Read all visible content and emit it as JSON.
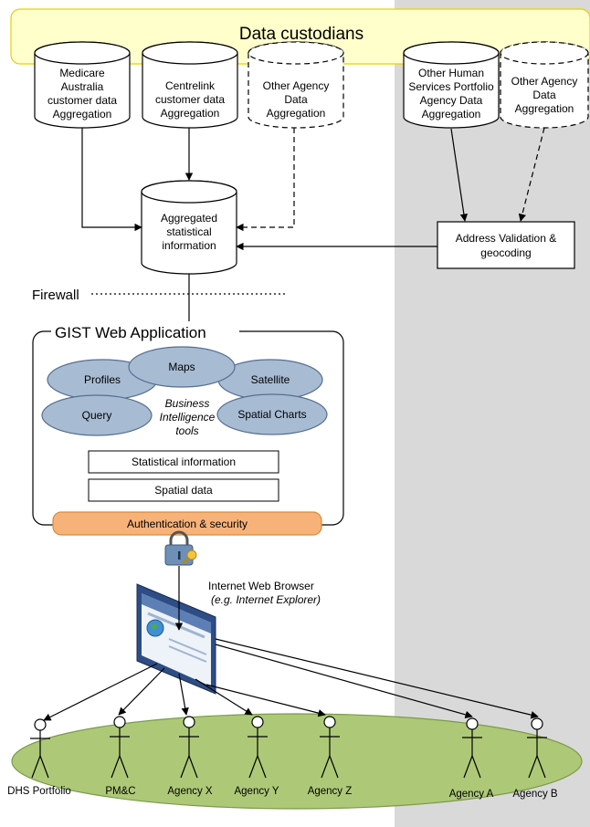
{
  "header": {
    "title": "Data custodians"
  },
  "sources": [
    {
      "lines": [
        "Medicare",
        "Australia",
        "customer data",
        "Aggregation"
      ]
    },
    {
      "lines": [
        "Centrelink",
        "customer data",
        "Aggregation"
      ]
    },
    {
      "lines": [
        "Other Agency",
        "Data",
        "Aggregation"
      ]
    },
    {
      "lines": [
        "Other Human",
        "Services Portfolio",
        "Agency Data",
        "Aggregation"
      ]
    },
    {
      "lines": [
        "Other Agency",
        "Data",
        "Aggregation"
      ]
    }
  ],
  "aggregated": {
    "lines": [
      "Aggregated",
      "statistical",
      "information"
    ]
  },
  "address_validation": {
    "lines": [
      "Address Validation &",
      "geocoding"
    ]
  },
  "firewall": {
    "label": "Firewall"
  },
  "gist": {
    "title": "GIST Web Application",
    "tools": {
      "maps": "Maps",
      "profiles": "Profiles",
      "satellite": "Satellite",
      "query": "Query",
      "spatial_charts": "Spatial Charts"
    },
    "bi_lines": [
      "Business",
      "Intelligence",
      "tools"
    ],
    "statistical_info": "Statistical information",
    "spatial_data": "Spatial data",
    "auth": "Authentication & security"
  },
  "browser": {
    "label": "Internet Web Browser",
    "example": "(e.g. Internet Explorer)"
  },
  "users": [
    "DHS Portfolio",
    "PM&C",
    "Agency X",
    "Agency Y",
    "Agency Z",
    "Agency A",
    "Agency B"
  ],
  "colors": {
    "header_fill": "#FFFFCC",
    "header_stroke": "#E8D000",
    "grey_panel": "#D9D9D9",
    "tool_fill": "#A7BBD3",
    "tool_stroke": "#566E91",
    "auth_fill": "#F7B27A",
    "auth_stroke": "#D98A3A",
    "ground_fill": "#ADC978",
    "ground_stroke": "#7C9A4A"
  }
}
